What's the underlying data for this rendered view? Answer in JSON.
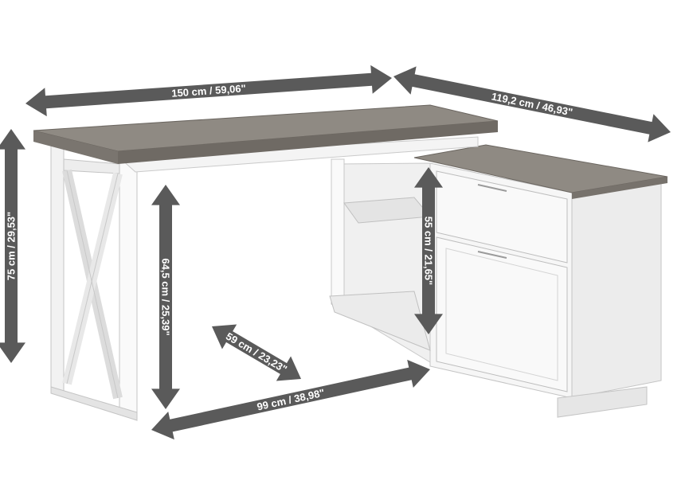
{
  "colors": {
    "arrow": "#5a5a5a",
    "arrow_text": "#ffffff",
    "wood_top": "#8c8780",
    "wood_edge": "#6b6660",
    "white_body": "#f4f4f4",
    "white_shade": "#e2e2e2",
    "outline": "#b8b8b8"
  },
  "dimensions": {
    "width_main": "150 cm / 59,06\"",
    "width_return": "119,2 cm / 46,93\"",
    "height_total": "75 cm / 29,53\"",
    "height_clear": "64,5 cm / 25,39\"",
    "height_cabinet": "55 cm / 21,65\"",
    "depth_return": "59 cm / 23,23\"",
    "width_clear": "99 cm / 38,98\""
  }
}
